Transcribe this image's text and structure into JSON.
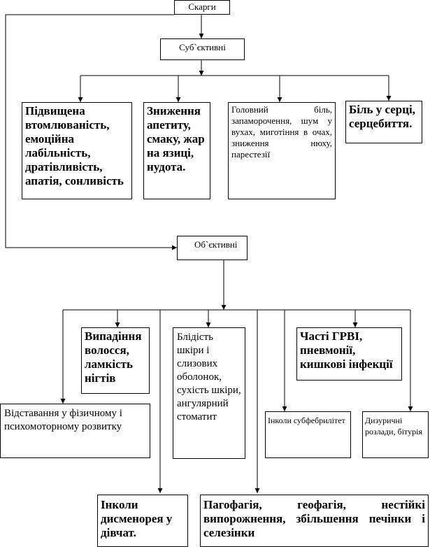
{
  "root": {
    "label": "Скарги"
  },
  "subjective": {
    "label": "Суб`єктивні",
    "items": [
      "Підвищена втомлюваність, емоційна лабільність, дратівливість, апатія, сонливість",
      "Зниження апетиту, смаку, жар на язиці, нудота.",
      "Головний біль, запаморочення, шум у вухах, миготіння в очах, зниження нюху, парестезії",
      "Біль у серці, серцебиття."
    ]
  },
  "objective": {
    "label": "Об`єктивні",
    "items": [
      "Випадіння волосся, ламкість нігтів",
      "Блідість шкіри і слизових оболонок, сухість шкіри, ангулярний стоматит",
      "Часті ГРВІ, пневмонії, кишкові інфекції",
      "Відставання у фізичному і психомоторному розвитку",
      "Інколи субфебрилітет",
      "Дизуричні розлади, бітурія",
      "Інколи дисменорея у дівчат.",
      "Пагофагія, геофагія, нестійкі випорожнення, збільшення печінки і селезінки"
    ]
  }
}
